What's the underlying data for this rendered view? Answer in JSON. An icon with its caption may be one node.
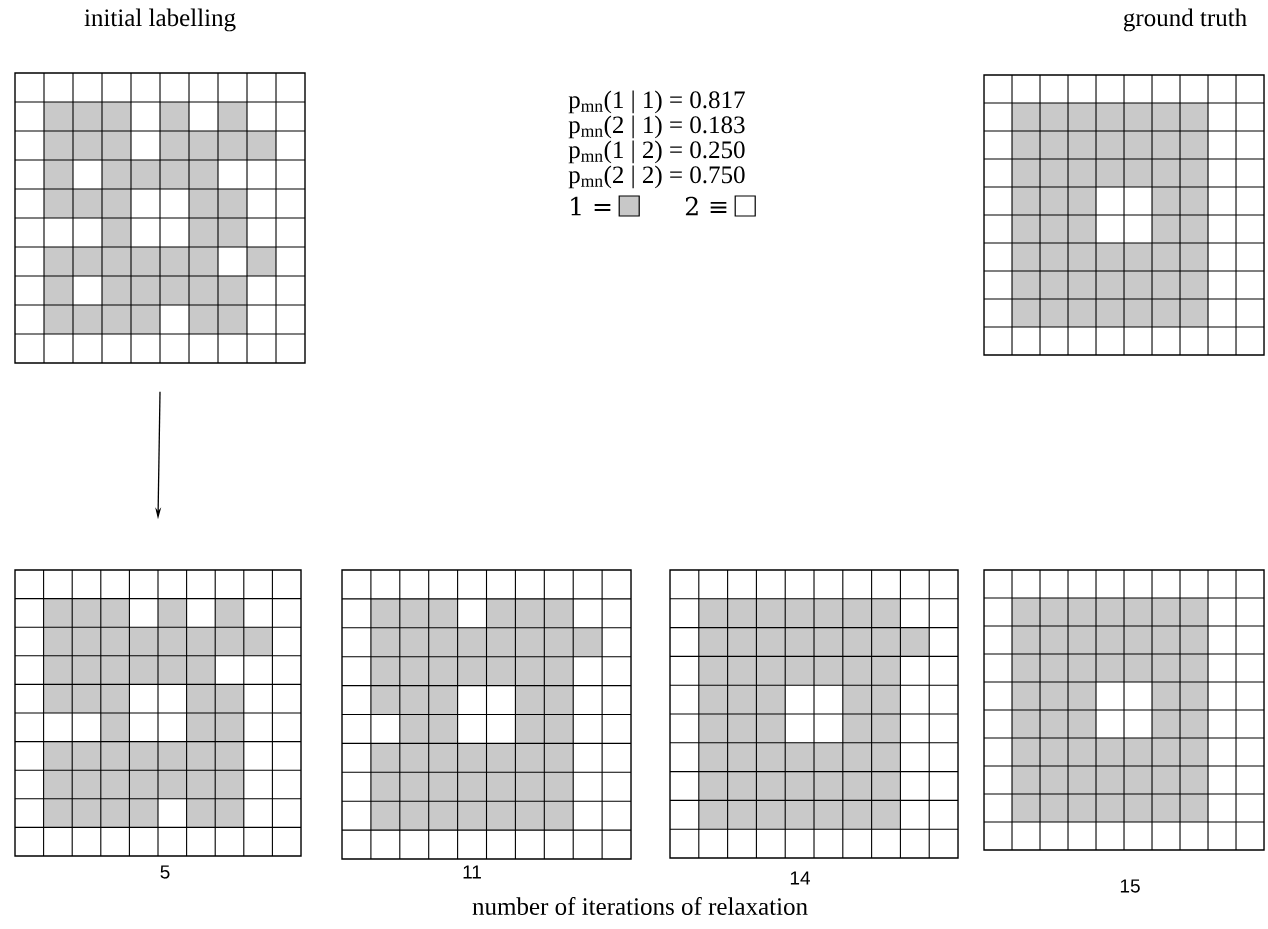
{
  "diagram": {
    "nodes": [
      {
        "text": [
          "initial labelling"
        ]
      },
      {
        "text": [
          "ground truth"
        ]
      },
      {
        "text": [
          "5"
        ]
      },
      {
        "text": [
          "11"
        ]
      },
      {
        "text": [
          "14"
        ]
      },
      {
        "text": [
          "15"
        ]
      }
    ],
    "edges": [
      {
        "from": 0,
        "to": 2,
        "arrow": "to"
      }
    ],
    "labels": [
      "p$_{mn}$(1 | 1) = 0.817",
      "p$_{mn}$(2 | 1) = 0.183",
      "p$_{mn}$(1 | 2) = 0.250",
      "p$_{mn}$(2 | 2) = 0.750",
      "number of iterations of relaxation"
    ],
    "legend": [
      {
        "text": "1 =",
        "color": "#c8c8c8"
      },
      {
        "text": "2 ≡"
      }
    ]
  }
}
